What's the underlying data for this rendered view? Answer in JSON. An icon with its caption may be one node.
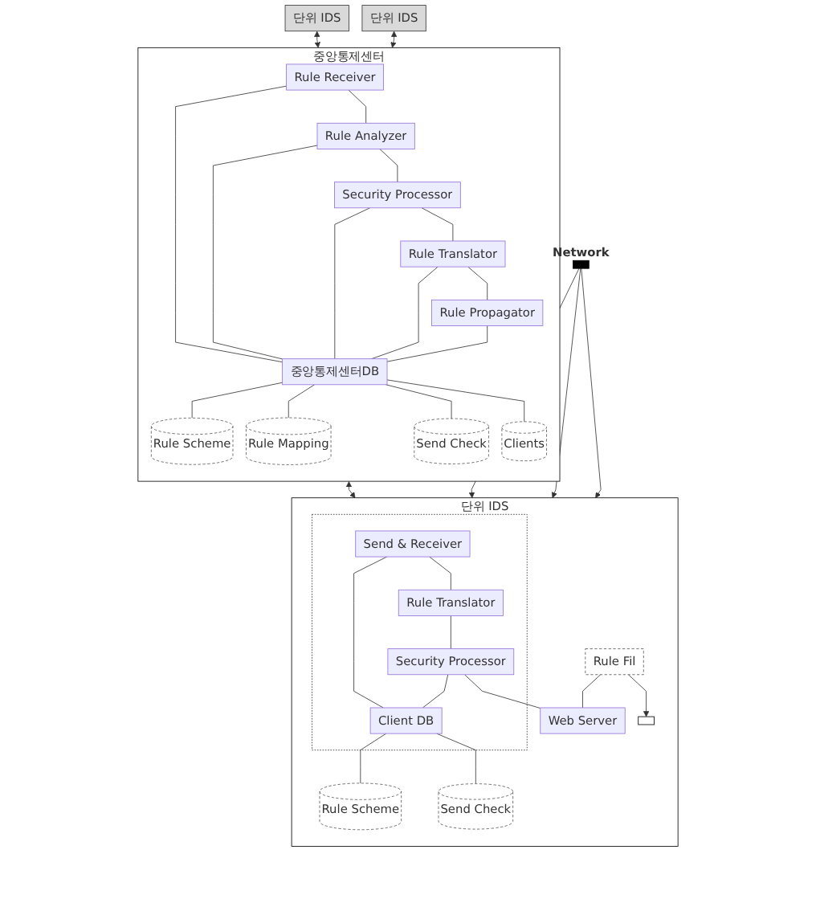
{
  "diagram": {
    "nodes": [
      {
        "text": [
          "단위 IDS"
        ]
      },
      {
        "text": [
          "단위 IDS"
        ]
      },
      {
        "text": [
          "중앙통제센터"
        ]
      },
      {
        "text": [
          "Rule Receiver"
        ],
        "in": 2
      },
      {
        "text": [
          "Rule Analyzer"
        ],
        "in": 2
      },
      {
        "text": [
          "Security Processor"
        ],
        "in": 2
      },
      {
        "text": [
          "Rule Translator"
        ],
        "in": 2
      },
      {
        "text": [
          "Rule Propagator"
        ],
        "in": 2
      },
      {
        "text": [
          "중앙통제센터DB"
        ],
        "in": 2
      },
      {
        "text": [
          "Rule Scheme"
        ],
        "in": 2
      },
      {
        "text": [
          "Rule Mapping"
        ],
        "in": 2
      },
      {
        "text": [
          "Send Check"
        ],
        "in": 2
      },
      {
        "text": [
          "Clients"
        ],
        "in": 2
      },
      {
        "text": [
          "단위 IDS"
        ]
      },
      {
        "text": [],
        "shape": "box",
        "in": 13
      },
      {
        "text": [],
        "shape": "box",
        "in": 13
      },
      {
        "text": [
          "Send & Receiver"
        ],
        "in": 14
      },
      {
        "text": [
          "Rule Translator"
        ],
        "in": 14
      },
      {
        "text": [
          "Security Processor"
        ],
        "in": 14
      },
      {
        "text": [
          "Client DB"
        ],
        "in": 14
      },
      {
        "text": [
          "Rule Scheme"
        ],
        "in": 13
      },
      {
        "text": [
          "Send Check"
        ],
        "in": 13
      },
      {
        "text": [
          "Rule Fil"
        ],
        "in": 13
      },
      {
        "text": [
          "Web Server"
        ],
        "in": 13
      },
      {
        "text": [],
        "shape": "bar",
        "beside": [
          "Network"
        ]
      }
    ],
    "edges": [
      {
        "from": 0,
        "to": 2,
        "arrow": "both"
      },
      {
        "from": 1,
        "to": 2,
        "arrow": "both"
      },
      {
        "from": 3,
        "to": 4,
        "arrow": "none"
      },
      {
        "from": 4,
        "to": 5,
        "arrow": "none"
      },
      {
        "from": 5,
        "to": 6,
        "arrow": "none"
      },
      {
        "from": 6,
        "to": 7,
        "arrow": "none"
      },
      {
        "from": 3,
        "to": 8,
        "arrow": "none"
      },
      {
        "from": 4,
        "to": 8,
        "arrow": "none"
      },
      {
        "from": 5,
        "to": 8,
        "arrow": "none"
      },
      {
        "from": 6,
        "to": 8,
        "arrow": "none"
      },
      {
        "from": 7,
        "to": 8,
        "arrow": "none"
      },
      {
        "from": 8,
        "to": 9,
        "arrow": "none"
      },
      {
        "from": 8,
        "to": 10,
        "arrow": "none"
      },
      {
        "from": 8,
        "to": 11,
        "arrow": "none"
      },
      {
        "from": 8,
        "to": 12,
        "arrow": "none"
      },
      {
        "from": 2,
        "to": 13,
        "arrow": "both"
      },
      {
        "from": 24,
        "to": 13,
        "arrow": "to"
      },
      {
        "from": 24,
        "to": 13,
        "arrow": "to"
      },
      {
        "from": 24,
        "to": 13,
        "arrow": "to"
      },
      {
        "from": 16,
        "to": 17,
        "arrow": "none"
      },
      {
        "from": 17,
        "to": 18,
        "arrow": "none"
      },
      {
        "from": 16,
        "to": 19,
        "arrow": "none"
      },
      {
        "from": 18,
        "to": 19,
        "arrow": "none"
      },
      {
        "from": 19,
        "to": 20,
        "arrow": "none"
      },
      {
        "from": 19,
        "to": 21,
        "arrow": "none"
      },
      {
        "from": 18,
        "to": 23,
        "arrow": "none"
      },
      {
        "from": 22,
        "to": 23,
        "arrow": "none"
      },
      {
        "from": 22,
        "to": 15,
        "arrow": "to"
      }
    ]
  }
}
